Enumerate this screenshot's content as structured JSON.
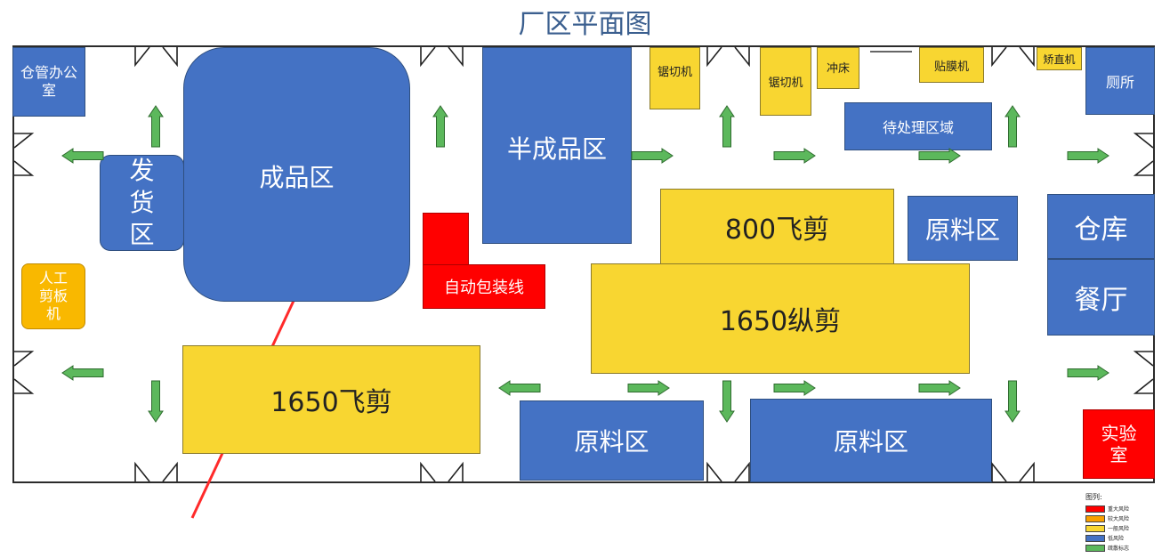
{
  "title": "厂区平面图",
  "zones": {
    "cangguan_office": "仓管办公室",
    "shipping": "发货区",
    "finished": "成品区",
    "semi_finished": "半成品区",
    "saw1": "锯切机",
    "saw2": "锯切机",
    "punch": "冲床",
    "film": "贴膜机",
    "straighten": "矫直机",
    "toilet": "厕所",
    "pending": "待处理区域",
    "warehouse": "仓库",
    "canteen": "餐厅",
    "raw1": "原料区",
    "raw2": "原料区",
    "raw3": "原料区",
    "flying800": "800飞剪",
    "slit1650": "1650纵剪",
    "flying1650": "1650飞剪",
    "manual_shear": "人工剪板机",
    "packing": "自动包装线",
    "lab": "实验室"
  },
  "legend": {
    "title": "图列:",
    "items": [
      {
        "label": "重大风险",
        "color": "#ff0000"
      },
      {
        "label": "较大风险",
        "color": "#f9a000"
      },
      {
        "label": "一般风险",
        "color": "#f8d631"
      },
      {
        "label": "低风险",
        "color": "#4472c4"
      },
      {
        "label": "疏散标志",
        "color": "#5cb85c"
      }
    ]
  },
  "colors": {
    "high_risk": "#ff0000",
    "large_risk": "#f9b800",
    "general_risk": "#f8d631",
    "low_risk": "#4472c4",
    "exit_arrow": "#5cb85c"
  }
}
